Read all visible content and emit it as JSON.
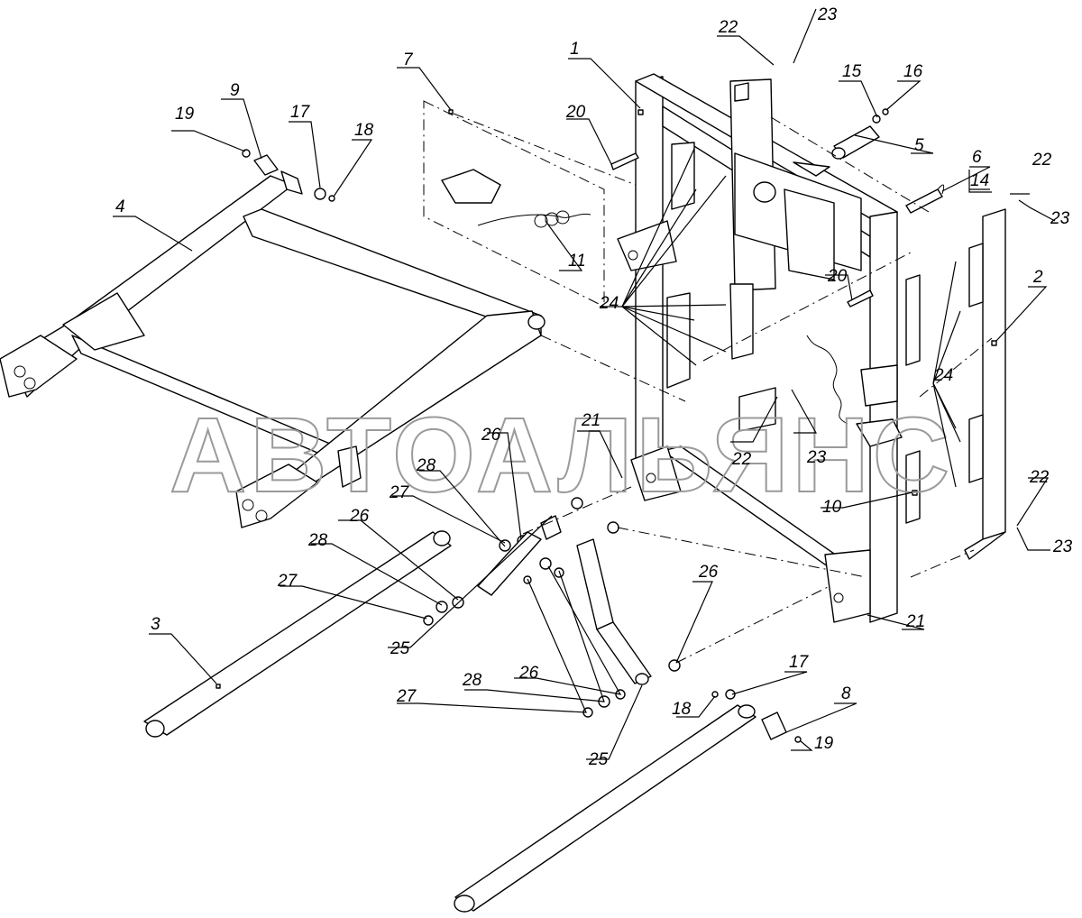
{
  "watermark": "АВТОАЛЬЯНС",
  "callouts": [
    {
      "id": "c1",
      "text": "1"
    },
    {
      "id": "c2",
      "text": "2"
    },
    {
      "id": "c3",
      "text": "3"
    },
    {
      "id": "c4",
      "text": "4"
    },
    {
      "id": "c5",
      "text": "5"
    },
    {
      "id": "c6",
      "text": "6"
    },
    {
      "id": "c7",
      "text": "7"
    },
    {
      "id": "c8",
      "text": "8"
    },
    {
      "id": "c9",
      "text": "9"
    },
    {
      "id": "c10",
      "text": "10"
    },
    {
      "id": "c11",
      "text": "11"
    },
    {
      "id": "c14",
      "text": "14"
    },
    {
      "id": "c15",
      "text": "15"
    },
    {
      "id": "c16",
      "text": "16"
    },
    {
      "id": "c17a",
      "text": "17"
    },
    {
      "id": "c17b",
      "text": "17"
    },
    {
      "id": "c18a",
      "text": "18"
    },
    {
      "id": "c18b",
      "text": "18"
    },
    {
      "id": "c19a",
      "text": "19"
    },
    {
      "id": "c19b",
      "text": "19"
    },
    {
      "id": "c20a",
      "text": "20"
    },
    {
      "id": "c20b",
      "text": "20"
    },
    {
      "id": "c21a",
      "text": "21"
    },
    {
      "id": "c21b",
      "text": "21"
    },
    {
      "id": "c22a",
      "text": "22"
    },
    {
      "id": "c22b",
      "text": "22"
    },
    {
      "id": "c22c",
      "text": "22"
    },
    {
      "id": "c22d",
      "text": "22"
    },
    {
      "id": "c23a",
      "text": "23"
    },
    {
      "id": "c23b",
      "text": "23"
    },
    {
      "id": "c23c",
      "text": "23"
    },
    {
      "id": "c23d",
      "text": "23"
    },
    {
      "id": "c24a",
      "text": "24"
    },
    {
      "id": "c24b",
      "text": "24"
    },
    {
      "id": "c25a",
      "text": "25"
    },
    {
      "id": "c25b",
      "text": "25"
    },
    {
      "id": "c26a",
      "text": "26"
    },
    {
      "id": "c26b",
      "text": "26"
    },
    {
      "id": "c26c",
      "text": "26"
    },
    {
      "id": "c26d",
      "text": "26"
    },
    {
      "id": "c27a",
      "text": "27"
    },
    {
      "id": "c27b",
      "text": "27"
    },
    {
      "id": "c27c",
      "text": "27"
    },
    {
      "id": "c28a",
      "text": "28"
    },
    {
      "id": "c28b",
      "text": "28"
    },
    {
      "id": "c28c",
      "text": "28"
    }
  ]
}
